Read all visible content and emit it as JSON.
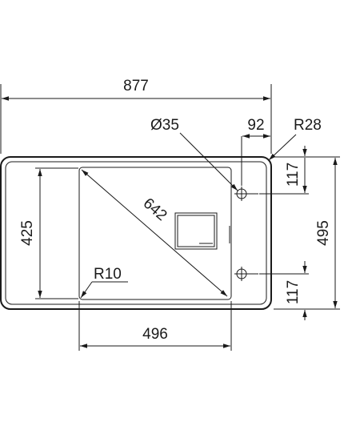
{
  "drawing": {
    "overall_width": "877",
    "tap_hole_diameter": "Ø35",
    "tap_hole_offset": "92",
    "corner_radius_outer": "R28",
    "bowl_diagonal": "642",
    "bowl_height": "425",
    "overall_depth": "495",
    "tap_hole_spacing_top": "117",
    "tap_hole_spacing_bottom": "117",
    "bowl_corner_radius": "R10",
    "bowl_width": "496"
  },
  "colors": {
    "line": "#1a1a1a",
    "background": "#ffffff"
  }
}
